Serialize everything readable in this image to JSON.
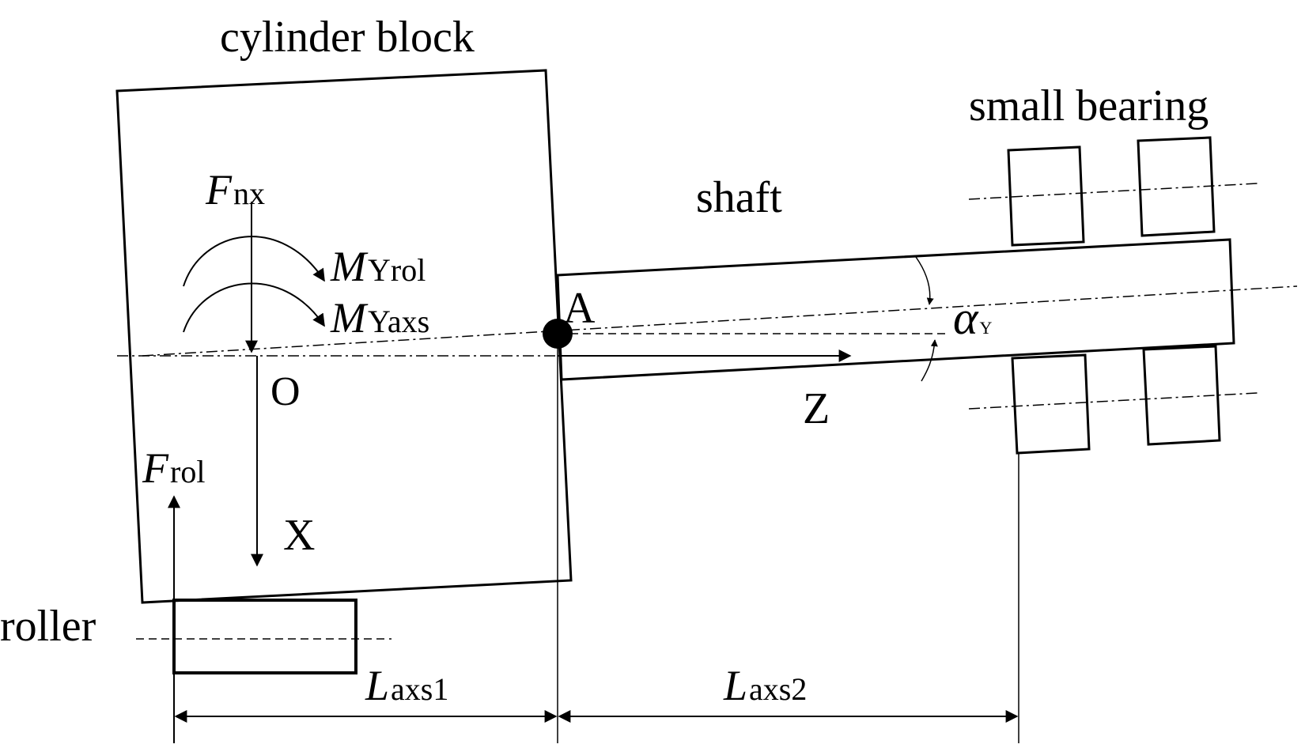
{
  "labels": {
    "cylinder_block": "cylinder block",
    "small_bearing": "small bearing",
    "shaft": "shaft",
    "roller": "roller",
    "point_A": "A",
    "point_O": "O",
    "axis_X": "X",
    "axis_Z": "Z"
  },
  "symbols": {
    "F_nx": {
      "main": "F",
      "sub": "nx"
    },
    "M_Yrol": {
      "main": "M",
      "sub": "Yrol"
    },
    "M_Yaxs": {
      "main": "M",
      "sub": "Yaxs"
    },
    "F_rol": {
      "main": "F",
      "sub": "rol"
    },
    "alpha_Y": {
      "main": "α",
      "sub": "Y"
    },
    "L_axs1": {
      "main": "L",
      "sub": "axs1"
    },
    "L_axs2": {
      "main": "L",
      "sub": "axs2"
    }
  }
}
